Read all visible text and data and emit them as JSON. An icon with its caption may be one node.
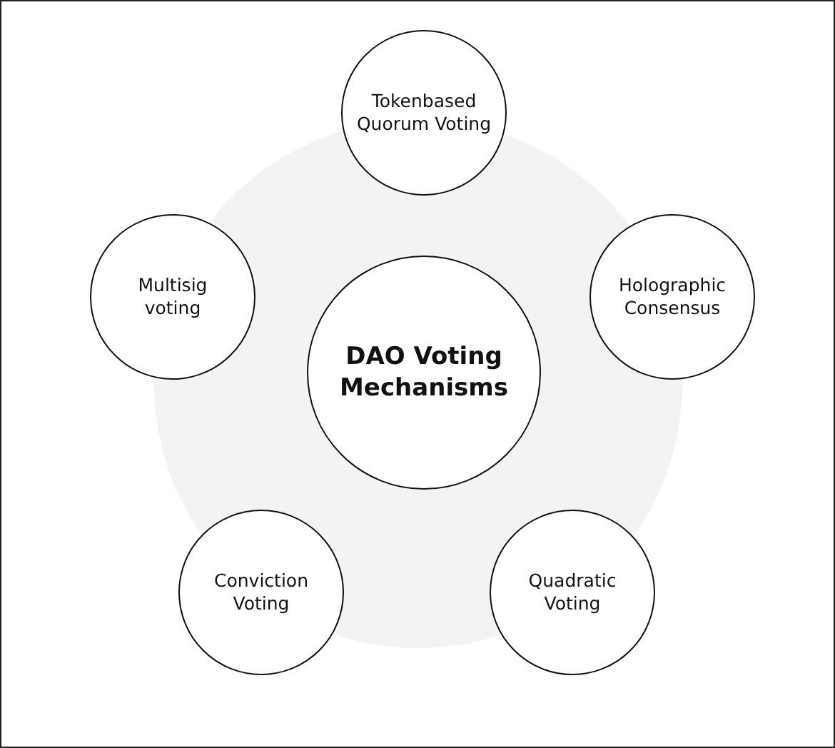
{
  "diagram": {
    "nodes": [
      {
        "text": [
          "DAO Voting Mechanisms"
        ]
      },
      {
        "text": [
          "Tokenbased Quorum Voting"
        ]
      },
      {
        "text": [
          "Holographic Consensus"
        ]
      },
      {
        "text": [
          "Quadratic Voting"
        ]
      },
      {
        "text": [
          "Conviction Voting"
        ]
      },
      {
        "text": [
          "Multisig voting"
        ]
      }
    ]
  }
}
